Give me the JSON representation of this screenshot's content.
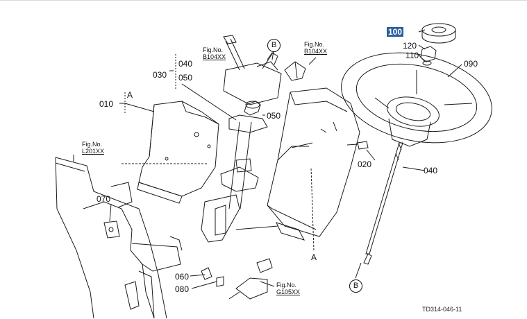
{
  "parts": {
    "p010": "010",
    "p020": "020",
    "p030": "030",
    "p040_top": "040",
    "p050_top": "050",
    "p050_mid": "050",
    "p040_right": "040",
    "p060": "060",
    "p070": "070",
    "p080": "080",
    "p090": "090",
    "p100": "100",
    "p110": "110",
    "p120": "120"
  },
  "callouts": {
    "a_top": "A",
    "a_bottom": "A",
    "b_top": "B",
    "b_bottom": "B"
  },
  "fig_refs": {
    "b104_left": {
      "line1": "Fig.No.",
      "line2": "B104XX"
    },
    "b104_right": {
      "line1": "Fig.No.",
      "line2": "B104XX"
    },
    "l201": {
      "line1": "Fig.No.",
      "line2": "L201XX"
    },
    "g105": {
      "line1": "Fig.No.",
      "line2": "G105XX"
    }
  },
  "drawing_code": "TD314-046-11",
  "colors": {
    "line": "#1a1a1a",
    "highlight": "#2c5f9e"
  }
}
